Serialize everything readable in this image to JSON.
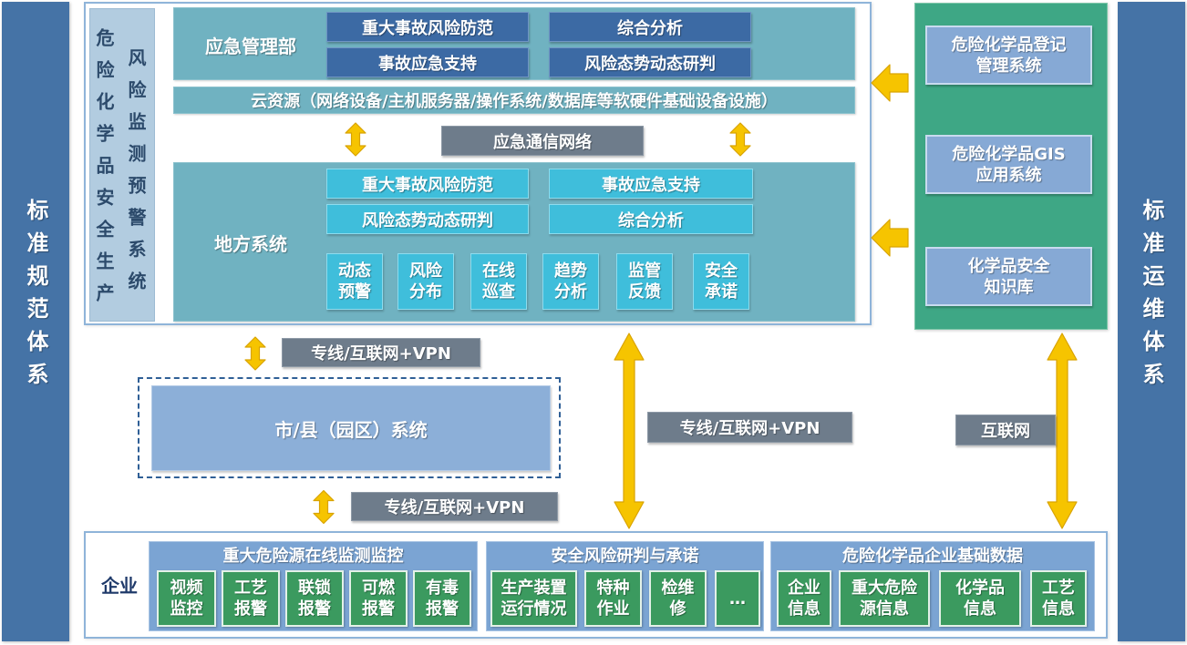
{
  "left_bar": {
    "label": "标准规范体系"
  },
  "right_bar": {
    "label": "标准运维体系"
  },
  "system_title": {
    "col1": "危险化学品安全生产",
    "col2": "风险监测预警系统"
  },
  "ministry": {
    "label": "应急管理部",
    "functions": [
      "重大事故风险防范",
      "综合分析",
      "事故应急支持",
      "风险态势动态研判"
    ]
  },
  "cloud": {
    "label": "云资源（网络设备/主机服务器/操作系统/数据库等软硬件基础设备设施）"
  },
  "comm_network": {
    "label": "应急通信网络"
  },
  "local_system": {
    "label": "地方系统",
    "functions": [
      "重大事故风险防范",
      "事故应急支持",
      "风险态势动态研判",
      "综合分析"
    ],
    "modules": [
      [
        "动态",
        "预警"
      ],
      [
        "风险",
        "分布"
      ],
      [
        "在线",
        "巡查"
      ],
      [
        "趋势",
        "分析"
      ],
      [
        "监管",
        "反馈"
      ],
      [
        "安全",
        "承诺"
      ]
    ]
  },
  "external_systems": [
    [
      "危险化学品登记",
      "管理系统"
    ],
    [
      "危险化学品GIS",
      "应用系统"
    ],
    [
      "化学品安全",
      "知识库"
    ]
  ],
  "links": {
    "local_to_city": "专线/互联网+VPN",
    "city_to_enterprise": "专线/互联网+VPN",
    "local_to_enterprise": "专线/互联网+VPN",
    "external_to_enterprise": "互联网"
  },
  "city_system": {
    "label": "市/县（园区）系统"
  },
  "enterprise": {
    "label": "企业",
    "groups": [
      {
        "title": "重大危险源在线监测监控",
        "items": [
          [
            "视频",
            "监控"
          ],
          [
            "工艺",
            "报警"
          ],
          [
            "联锁",
            "报警"
          ],
          [
            "可燃",
            "报警"
          ],
          [
            "有毒",
            "报警"
          ]
        ]
      },
      {
        "title": "安全风险研判与承诺",
        "items": [
          [
            "生产装置",
            "运行情况"
          ],
          [
            "特种",
            "作业"
          ],
          [
            "检维",
            "修"
          ],
          [
            "…"
          ]
        ]
      },
      {
        "title": "危险化学品企业基础数据",
        "items": [
          [
            "企业",
            "信息"
          ],
          [
            "重大危险",
            "源信息"
          ],
          [
            "化学品",
            "信息"
          ],
          [
            "工艺",
            "信息"
          ]
        ]
      }
    ]
  },
  "colors": {
    "standard_bar": "#4573a6",
    "panel_teal": "#70b2c1",
    "title_panel": "#b2cce0",
    "ministry_button": "#3c6aa4",
    "local_button": "#3fbedb",
    "link_label": "#6e7c8b",
    "arrow": "#f6c400",
    "external_panel": "#3ea785",
    "external_item": "#86a9d5",
    "city_system": "#8cafd8",
    "enterprise_group": "#7ba4d3",
    "enterprise_item": "#3b9a5f",
    "frame_border": "#8fb4d9"
  }
}
